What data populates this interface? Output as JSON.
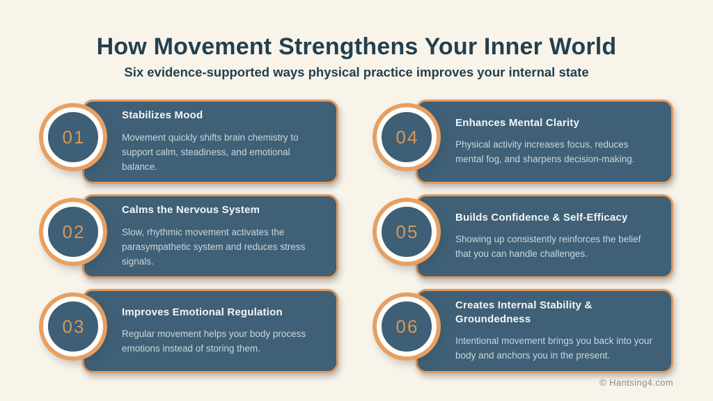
{
  "header": {
    "title": "How Movement Strengthens Your Inner World",
    "subtitle": "Six evidence-supported ways physical practice improves your internal state"
  },
  "cards": [
    {
      "number": "01",
      "title": "Stabilizes Mood",
      "body": "Movement quickly shifts brain chemistry to support calm, steadiness, and emotional balance."
    },
    {
      "number": "02",
      "title": "Calms the Nervous System",
      "body": "Slow, rhythmic movement activates the parasympathetic system and reduces stress signals."
    },
    {
      "number": "03",
      "title": "Improves Emotional Regulation",
      "body": "Regular movement helps your body process emotions instead of storing them."
    },
    {
      "number": "04",
      "title": "Enhances Mental Clarity",
      "body": "Physical activity increases focus, reduces mental fog, and sharpens decision-making."
    },
    {
      "number": "05",
      "title": "Builds Confidence & Self-Efficacy",
      "body": "Showing up consistently reinforces the belief that you can handle challenges."
    },
    {
      "number": "06",
      "title": "Creates Internal Stability & Groundedness",
      "body": "Intentional movement brings you back into your body and anchors you in the present."
    }
  ],
  "footer": {
    "credit": "© Hantsing4.com"
  },
  "colors": {
    "background": "#f9f4ea",
    "card_background": "#3f6076",
    "accent_orange": "#e09a5c",
    "heading_text": "#22404f",
    "card_title_text": "#f3f6f7",
    "card_body_text": "#ccd6dc",
    "number_text": "#d6985a",
    "footer_text": "#8a8a8a"
  }
}
